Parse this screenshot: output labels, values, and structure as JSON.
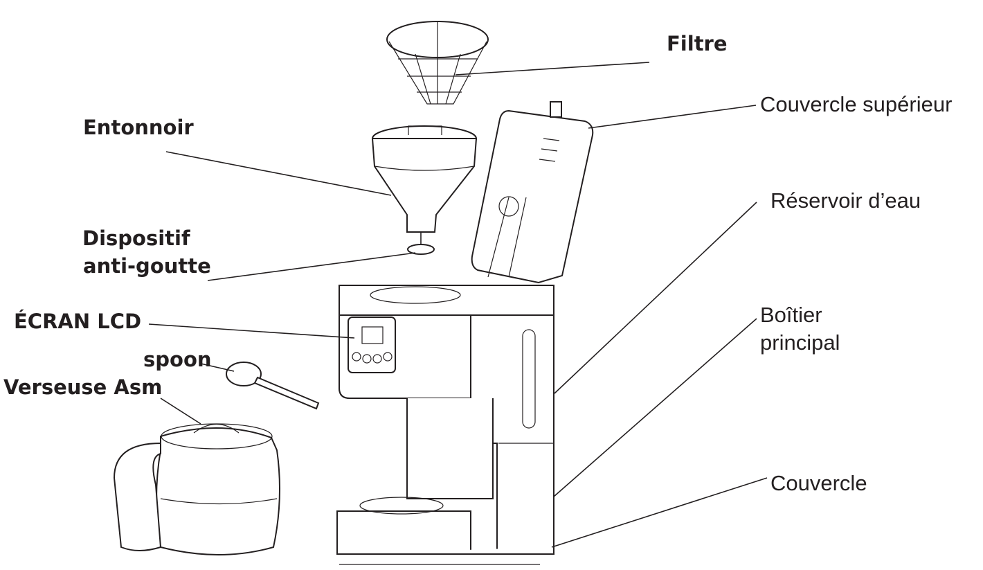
{
  "labels": {
    "filtre": "Filtre",
    "couvercle_superieur": "Couvercle supérieur",
    "entonnoir": "Entonnoir",
    "reservoir": "Réservoir d’eau",
    "dispositif_line1": "Dispositif",
    "dispositif_line2": "anti-goutte",
    "ecran": "ÉCRAN LCD",
    "boitier_line1": "Boîtier",
    "boitier_line2": "principal",
    "spoon": "spoon",
    "verseuse": "Verseuse Asm",
    "couvercle": "Couvercle"
  },
  "colors": {
    "ink": "#231f20",
    "background": "#ffffff"
  }
}
